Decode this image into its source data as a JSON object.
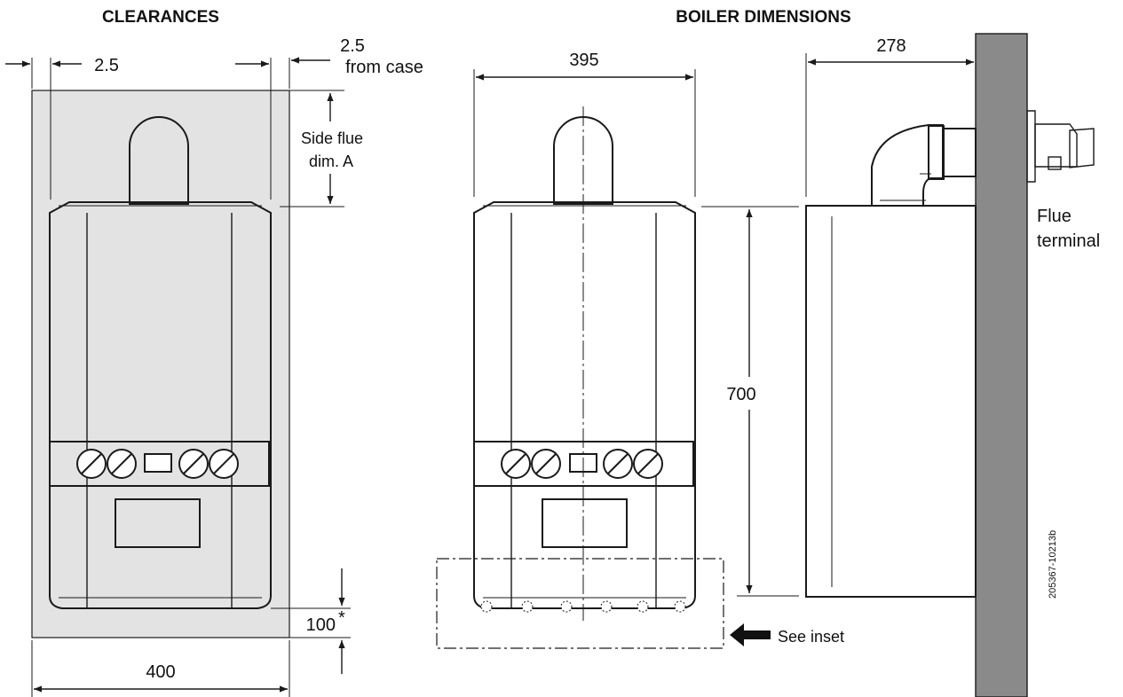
{
  "headings": {
    "clearances": "CLEARANCES",
    "boiler_dimensions": "BOILER DIMENSIONS"
  },
  "clearances": {
    "side_left": "2.5",
    "side_right": "2.5",
    "side_right_note": "from case",
    "side_flue_line1": "Side flue",
    "side_flue_line2": "dim. A",
    "bottom": "100",
    "bottom_mark": "*",
    "width": "400"
  },
  "dimensions": {
    "width": "395",
    "height": "700",
    "depth": "278",
    "flue_terminal_line1": "Flue",
    "flue_terminal_line2": "terminal",
    "see_inset": "See inset",
    "figure_code": "205367-10213b"
  },
  "colors": {
    "clearance_zone": "#e3e3e3",
    "wall": "#8a8a8a",
    "line": "#1a1a1a"
  }
}
